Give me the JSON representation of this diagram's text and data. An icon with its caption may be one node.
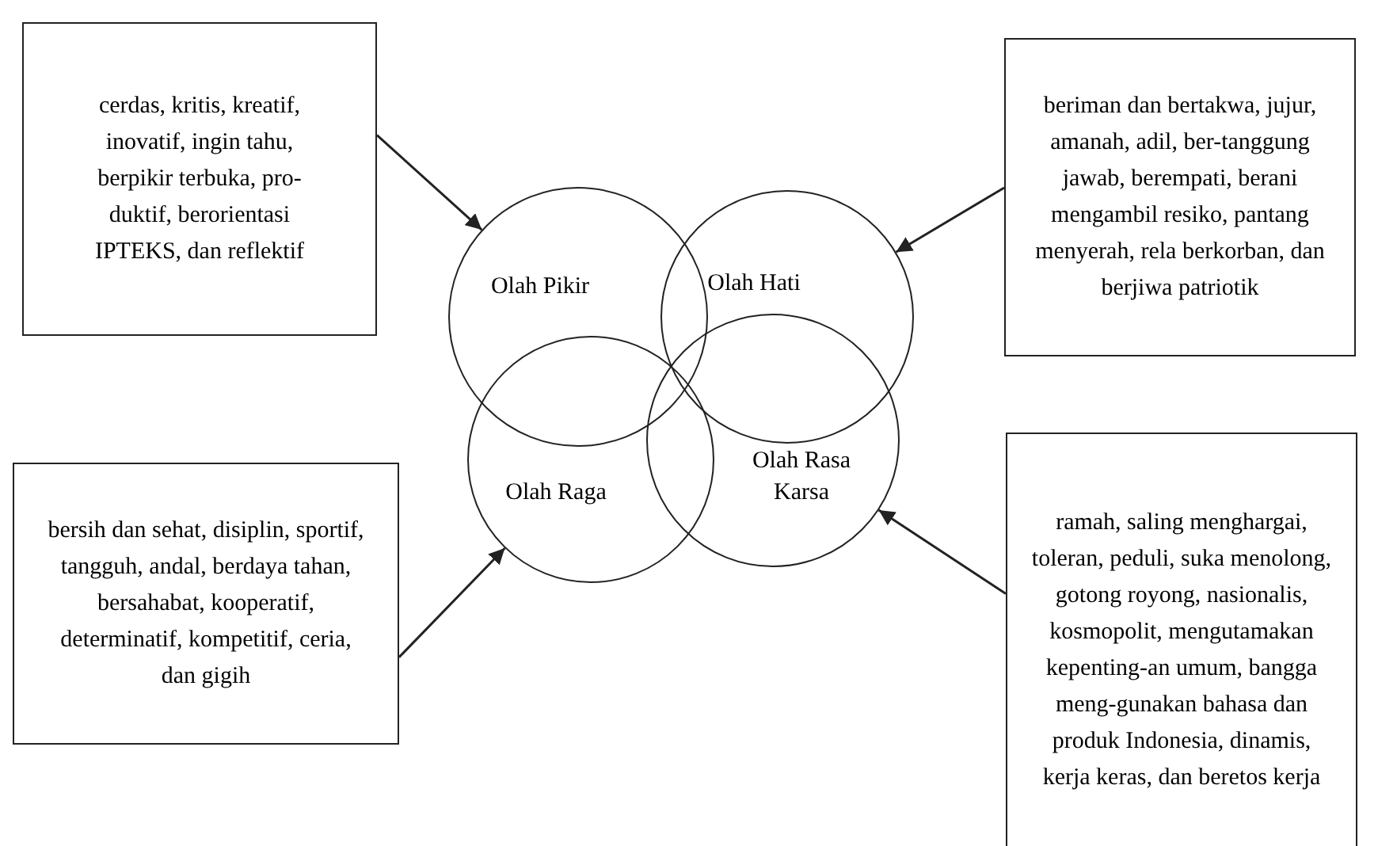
{
  "diagram": {
    "nodes": [
      {
        "text": [
          "cerdas, kritis, kreatif, inovatif, ingin tahu, berpikir terbuka, pro-duktif, berorientasi IPTEKS, dan reflektif"
        ]
      },
      {
        "text": [
          "Olah Pikir"
        ]
      },
      {
        "text": [
          "Olah Hati"
        ]
      },
      {
        "text": [
          "beriman dan bertakwa, jujur, amanah, adil, ber-tanggung jawab, berempati, berani mengambil resiko, pantang menyerah, rela berkorban, dan berjiwa patriotik"
        ]
      },
      {
        "text": [
          "bersih dan sehat, disiplin, sportif, tangguh, andal, berdaya tahan, bersahabat, kooperatif, determinatif, kompetitif, ceria, dan gigih"
        ]
      },
      {
        "text": [
          "Olah Raga"
        ]
      },
      {
        "text": [
          "Olah Rasa Karsa"
        ]
      },
      {
        "text": [
          "ramah, saling menghargai, toleran, peduli, suka menolong, gotong royong, nasionalis, kosmopolit, mengutamakan kepenting-an umum, bangga meng-gunakan bahasa dan produk Indonesia, dinamis, kerja keras, dan beretos kerja"
        ]
      }
    ],
    "edges": [
      {
        "from": 0,
        "to": 1,
        "arrow": "to"
      },
      {
        "from": 3,
        "to": 2,
        "arrow": "to"
      },
      {
        "from": 4,
        "to": 5,
        "arrow": "to"
      },
      {
        "from": 7,
        "to": 6,
        "arrow": "to"
      }
    ]
  }
}
